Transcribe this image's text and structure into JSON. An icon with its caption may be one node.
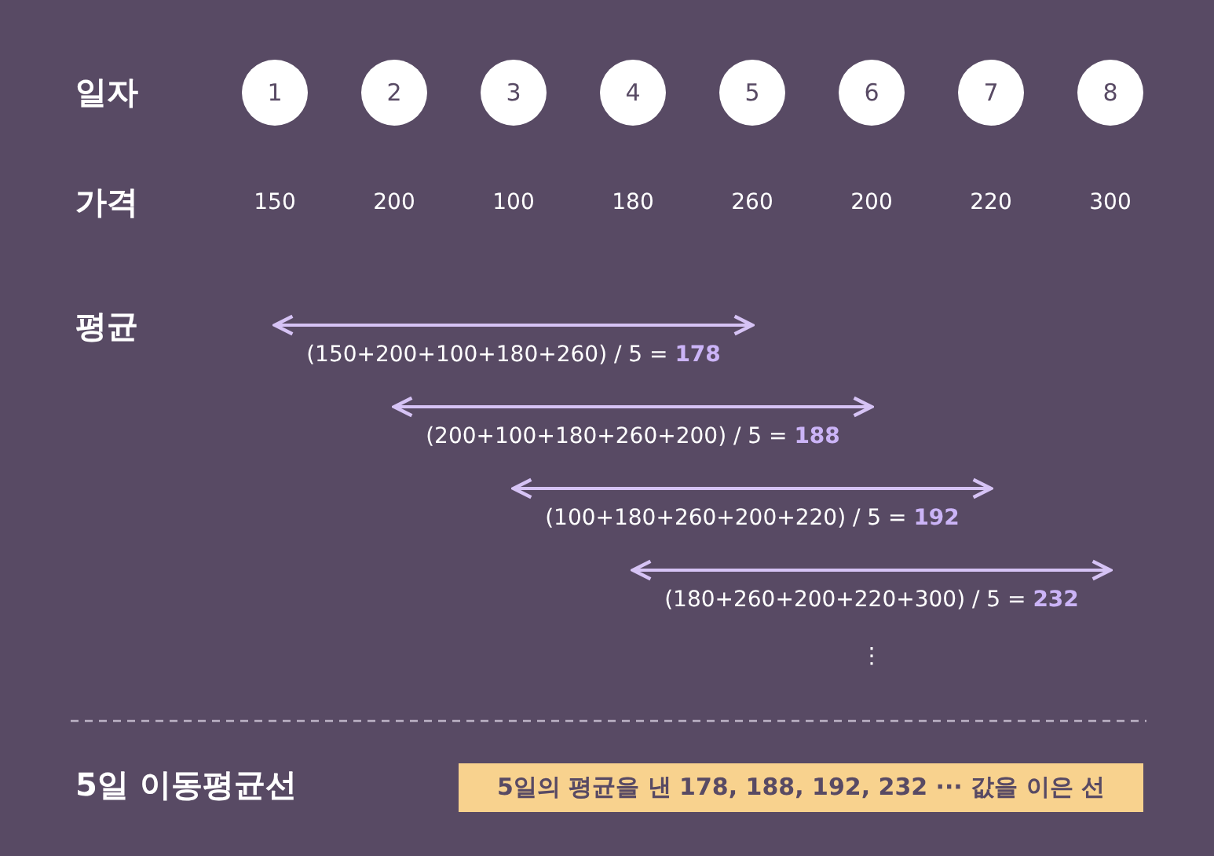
{
  "diagram": {
    "nodes": [
      {
        "text": [
          "1"
        ]
      },
      {
        "text": [
          "2"
        ]
      },
      {
        "text": [
          "3"
        ]
      },
      {
        "text": [
          "4"
        ]
      },
      {
        "text": [
          "5"
        ]
      },
      {
        "text": [
          "6"
        ]
      },
      {
        "text": [
          "7"
        ]
      },
      {
        "text": [
          "8"
        ]
      },
      {
        "text": [
          "5일의 평균을 낸 178, 188, 192, 232 ··· 값을 이은 선"
        ]
      }
    ],
    "labels": [
      "일자",
      "가격",
      "150",
      "200",
      "100",
      "180",
      "260",
      "200",
      "220",
      "300",
      "평균",
      "(150+200+100+180+260) / 5 = **178**",
      "(200+100+180+260+200) / 5 = **188**",
      "(100+180+260+200+220) / 5 = **192**",
      "(180+260+200+220+300) / 5 = **232**",
      "⋮",
      "5일 이동평균선"
    ]
  }
}
